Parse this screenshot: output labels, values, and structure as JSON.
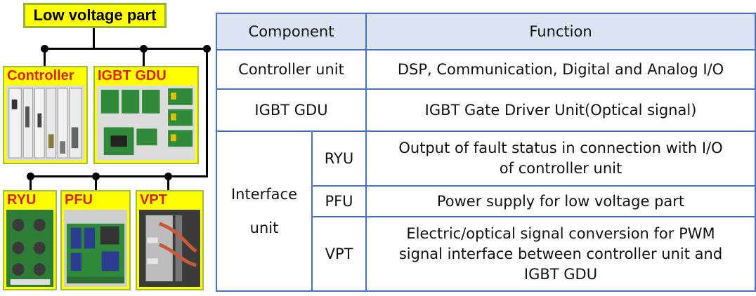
{
  "diagram": {
    "title": "Low voltage part",
    "cards": {
      "controller": "Controller",
      "igbt_gdu": "IGBT GDU",
      "ryu": "RYU",
      "pfu": "PFU",
      "vpt": "VPT"
    }
  },
  "table": {
    "header": {
      "component": "Component",
      "function": "Function"
    },
    "controller_unit": {
      "component": "Controller unit",
      "function": "DSP, Communication, Digital and Analog I/O"
    },
    "igbt_gdu": {
      "component": "IGBT GDU",
      "function": "IGBT Gate Driver Unit(Optical signal)"
    },
    "interface_unit": {
      "label_line1": "Interface",
      "label_line2": "unit",
      "rows": [
        {
          "name": "RYU",
          "function_line1": "Output of fault status in connection with I/O",
          "function_line2": "of controller unit"
        },
        {
          "name": "PFU",
          "function_line1": "Power supply for low voltage part"
        },
        {
          "name": "VPT",
          "function_line1": "Electric/optical signal conversion for PWM",
          "function_line2": "signal interface between controller unit and",
          "function_line3": "IGBT GDU"
        }
      ]
    }
  }
}
